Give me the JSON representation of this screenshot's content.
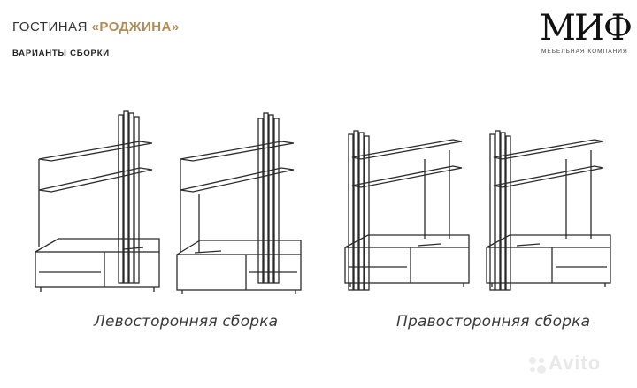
{
  "header": {
    "title_prefix": "ГОСТИНАЯ ",
    "title_accent": "«РОДЖИНА»",
    "subtitle": "ВАРИАНТЫ СБОРКИ"
  },
  "logo": {
    "mark": "МИФ",
    "tagline": "МЕБЕЛЬНАЯ КОМПАНИЯ"
  },
  "captions": {
    "left": "Левосторонняя сборка",
    "right": "Правосторонняя сборка"
  },
  "watermark": {
    "text": "Avito"
  },
  "colors": {
    "accent": "#b08d57",
    "line": "#2b2b2b"
  }
}
